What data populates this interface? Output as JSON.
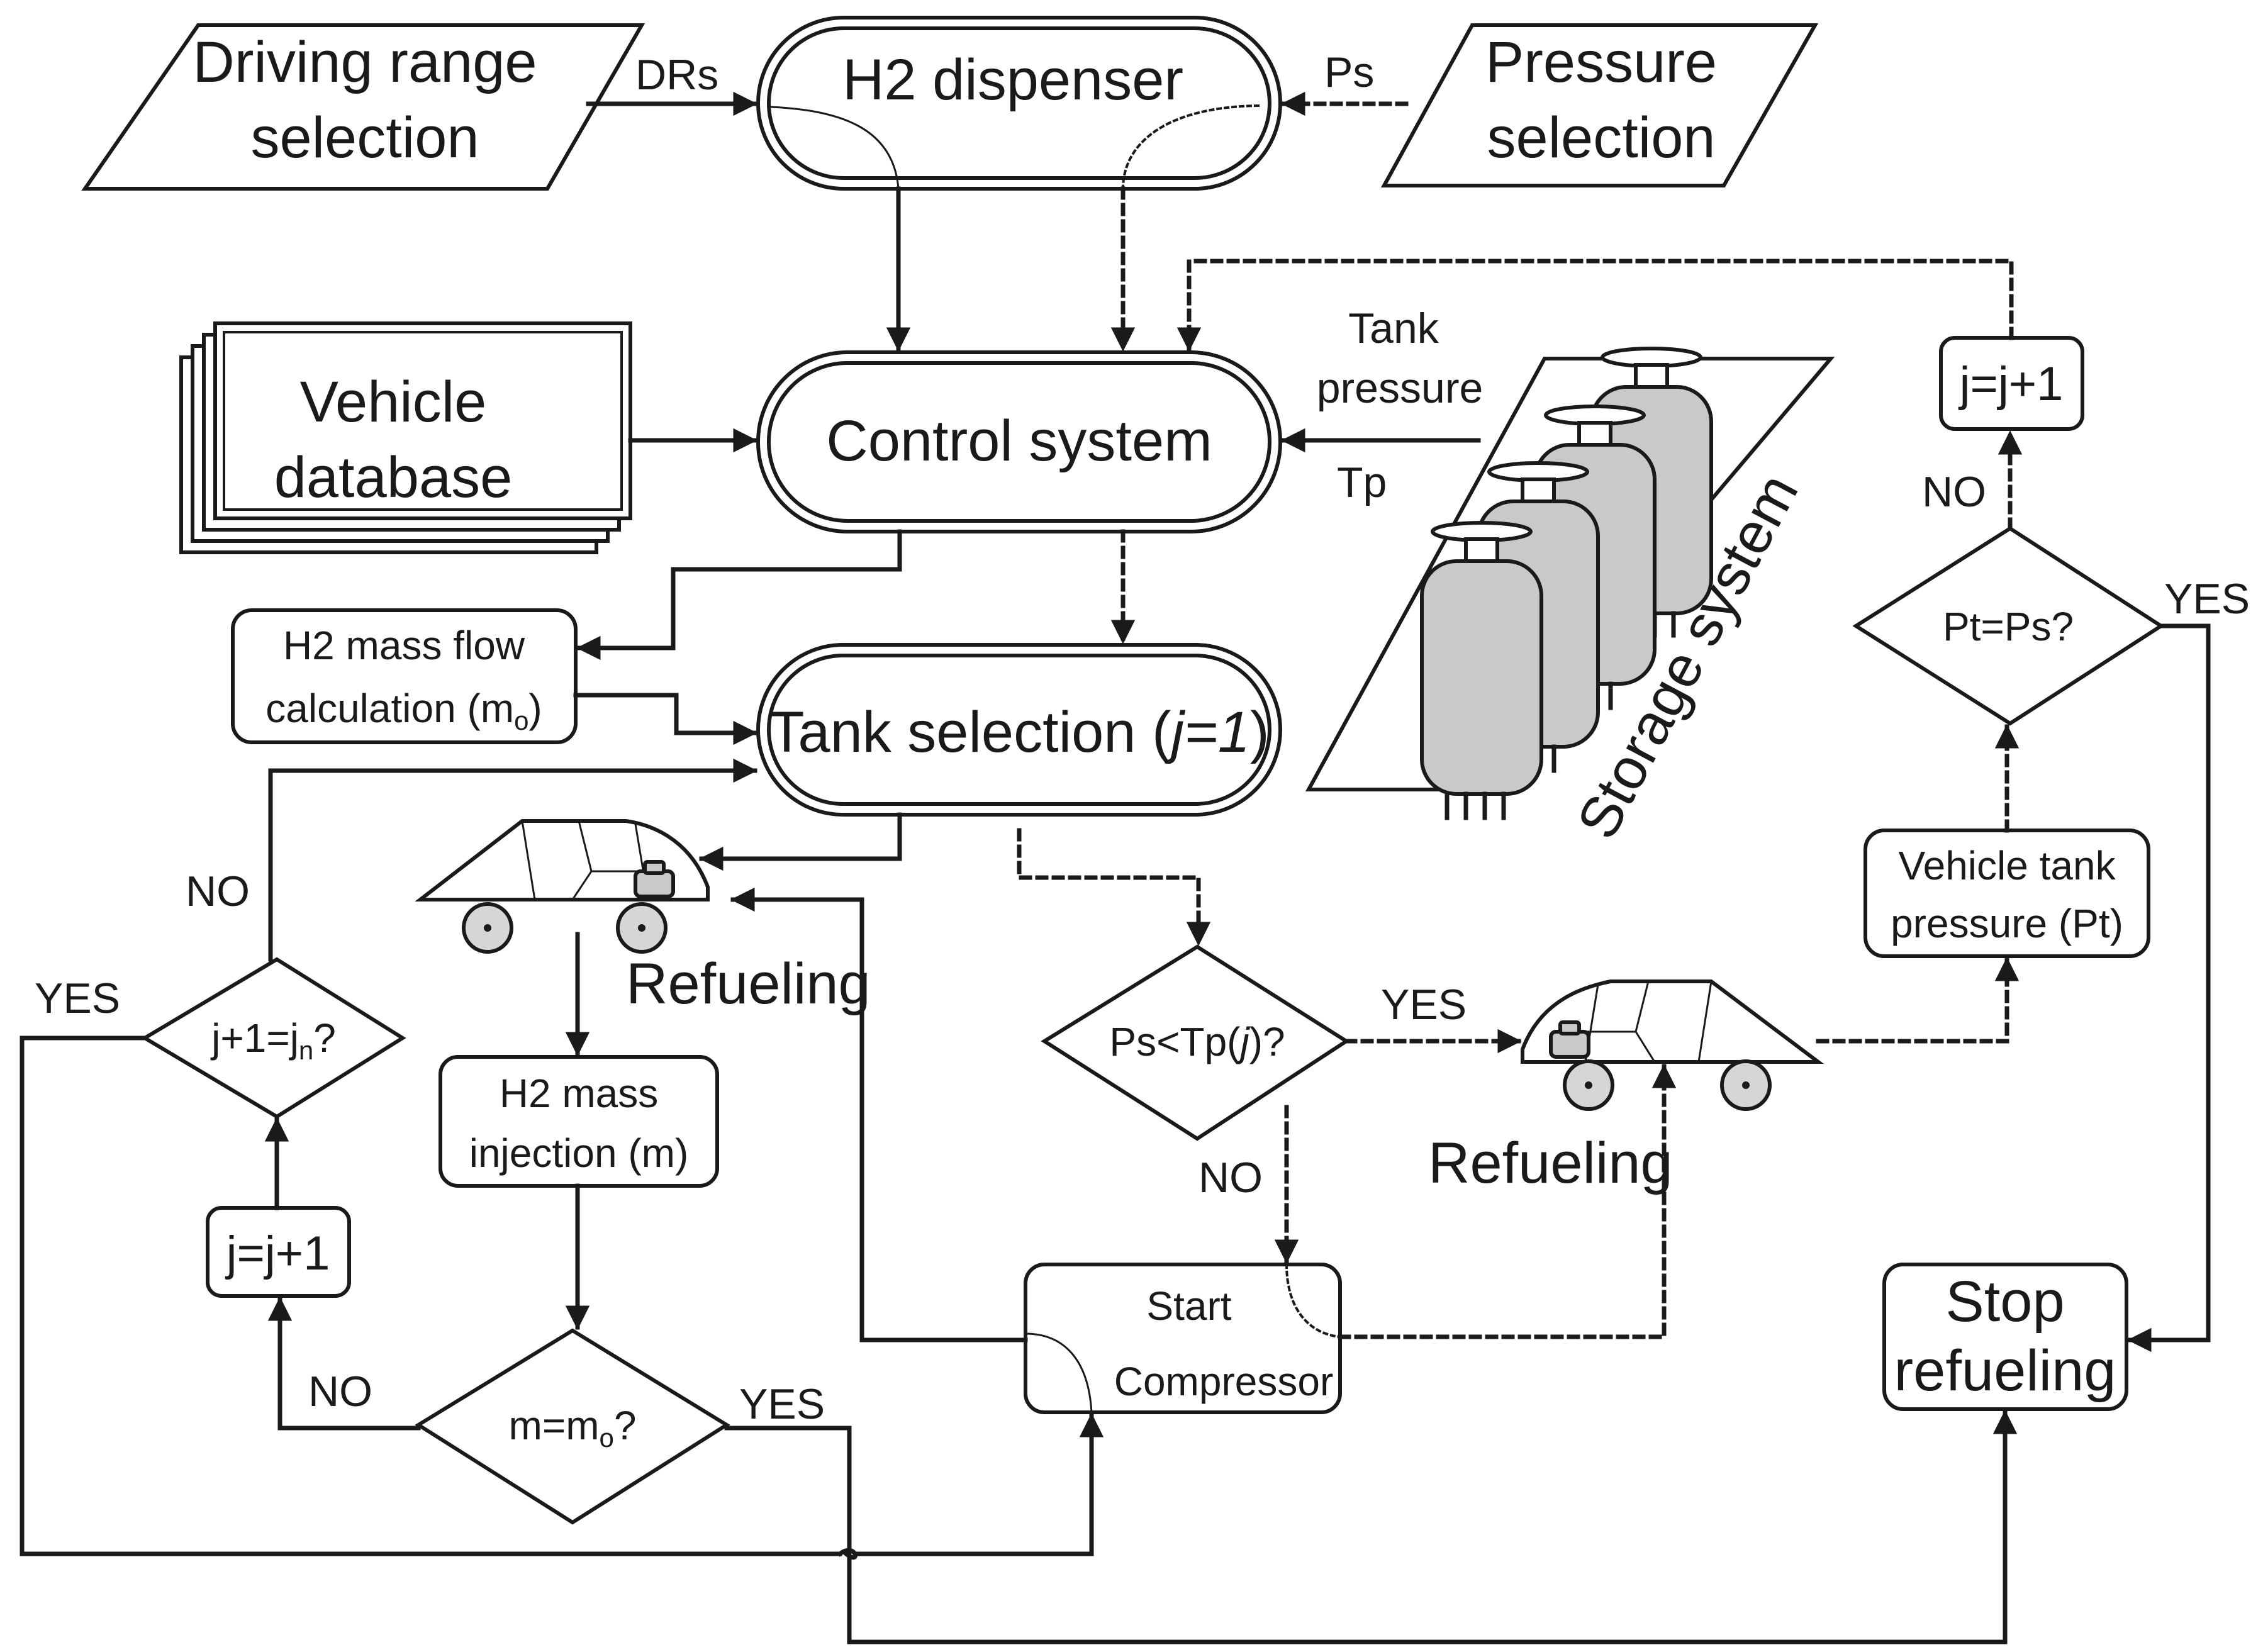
{
  "colors": {
    "ink": "#1a1a1a",
    "tank_fill": "#c9c9c9",
    "background": "#ffffff"
  },
  "inputs": {
    "driving_range_1": "Driving range",
    "driving_range_2": "selection",
    "pressure_1": "Pressure",
    "pressure_2": "selection"
  },
  "nodes": {
    "dispenser": "H2 dispenser",
    "vehicle_db_1": "Vehicle",
    "vehicle_db_2": "database",
    "control": "Control system",
    "mass_flow_1": "H2 mass flow",
    "mass_flow_2": "calculation (m",
    "mass_flow_sub": "o",
    "mass_flow_end": ")",
    "tank_sel_pre": "Tank selection (",
    "tank_sel_var": "j=1",
    "tank_sel_post": ")",
    "mass_inj_1": "H2 mass",
    "mass_inj_2": "injection (m)",
    "start_comp_1": "Start",
    "start_comp_2": "Compressor",
    "veh_tank_p_1": "Vehicle tank",
    "veh_tank_p_2": "pressure (Pt)",
    "stop_1": "Stop",
    "stop_2": "refueling",
    "inc_right": "j=j+1",
    "inc_left": "j=j+1",
    "storage": "Storage system",
    "refuel_left": "Refueling",
    "refuel_right": "Refueling"
  },
  "decisions": {
    "pt_ps": "Pt=Ps?",
    "jn_pre": "j+1=j",
    "jn_sub": "n",
    "jn_post": "?",
    "m_pre": "m=m",
    "m_sub": "o",
    "m_post": "?",
    "ps_pre": "Ps<Tp(",
    "ps_var": "j",
    "ps_post": ")?"
  },
  "edge_labels": {
    "drs": "DRs",
    "ps": "Ps",
    "tank_pressure_1": "Tank",
    "tank_pressure_2": "pressure",
    "tp": "Tp",
    "no_ptps": "NO",
    "yes_ptps": "YES",
    "no_jn": "NO",
    "yes_jn": "YES",
    "no_m": "NO",
    "yes_m": "YES",
    "yes_ps": "YES",
    "no_ps": "NO"
  }
}
